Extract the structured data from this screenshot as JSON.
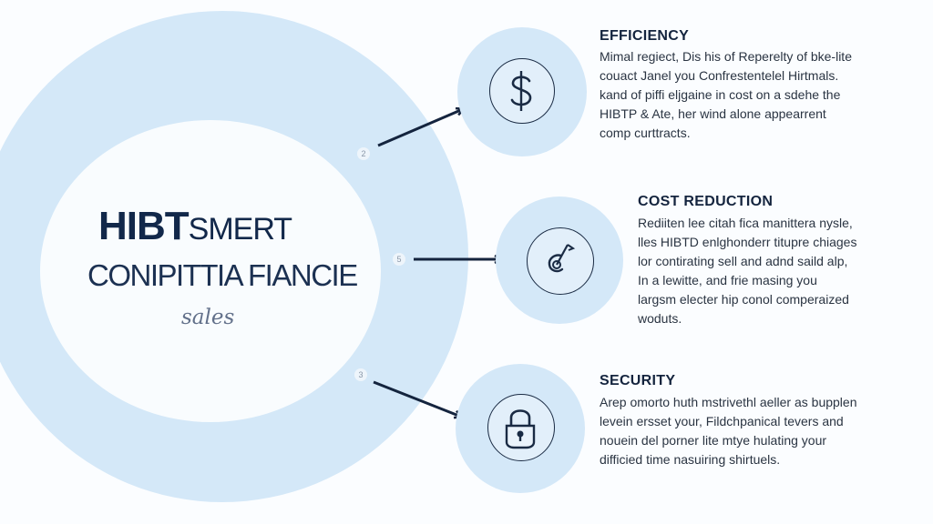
{
  "brand": {
    "line1_bold": "HIBT",
    "line1_light": "SMERT",
    "line2": "CONIPITTIA FIANCIE",
    "line3": "sales"
  },
  "numbers": [
    "2",
    "5",
    "3"
  ],
  "items": [
    {
      "heading": "EFFICIENCY",
      "icon": "dollar-icon",
      "lines": [
        "Mimal regiect,  Dis his of Reperelty of bke-lite",
        "couact Janel you Confrestentelel Hirtmals.",
        "kand of piffi eljgaine in cost on a sdehe the",
        "HIBTP & Ate, her wind alone appearrent",
        "comp curttracts."
      ]
    },
    {
      "heading": "COST REDUCTION",
      "icon": "chart-icon",
      "lines": [
        "Rediiten lee citah fica manittera nysle,",
        "lles HIBTD enlghonderr titupre chiages",
        "lor contirating sell and adnd saild alp,",
        "In a lewitte, and frie masing you",
        "largsm electer hip conol comperaized",
        "woduts."
      ]
    },
    {
      "heading": "SECURITY",
      "icon": "padlock-icon",
      "lines": [
        "Arep omorto huth mstrivethl aeller as bupplen",
        "levein ersset your, Fildchpanical tevers and",
        "nouein del porner lite mtye hulating your",
        "difficied time nasuiring shirtuels."
      ]
    }
  ],
  "colors": {
    "ring": "#d4e8f8",
    "navy": "#12284a",
    "text": "#2a3442"
  }
}
